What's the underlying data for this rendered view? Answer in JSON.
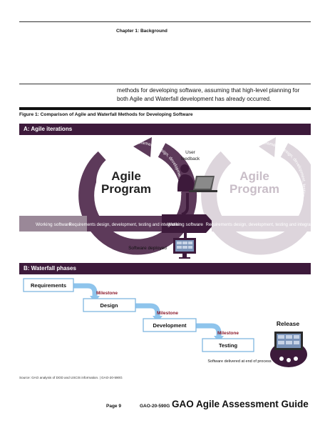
{
  "header": {
    "chapter": "Chapter 1: Background"
  },
  "intro_text": "methods for developing software, assuming that high-level planning for both Agile and Waterfall development has already occurred.",
  "figure": {
    "title": "Figure 1: Comparison of Agile and Waterfall Methods for Developing Software",
    "section_a": {
      "heading": "A: Agile iterations",
      "program_line1": "Agile",
      "program_line2": "Program",
      "arc_text": "Requirements design, development, testing and integration",
      "user_feedback_line1": "User",
      "user_feedback_line2": "feedback",
      "working_software_left": "Working software",
      "working_software_mid": "Working software",
      "requirements_band": "Requirements design, development, testing and integration",
      "software_deployed": "Software deployed"
    },
    "section_b": {
      "heading": "B: Waterfall phases",
      "phases": [
        "Requirements",
        "Design",
        "Development",
        "Testing"
      ],
      "milestone": "Milestone",
      "release": "Release",
      "delivered": "Software delivered at end of process"
    },
    "source": "Source: GAO analysis of DOD and USCIS information.  |  GAO-20-590G"
  },
  "footer": {
    "page": "Page 9",
    "code": "GAO-20-590G",
    "title": "GAO Agile Assessment Guide"
  },
  "colors": {
    "accent": "#3d1a3b",
    "mid_purple": "#6b4a68",
    "light_purple": "#cfc4ce",
    "waterfall_arrow": "#8ec4ec",
    "milestone": "#8b1a2b"
  }
}
